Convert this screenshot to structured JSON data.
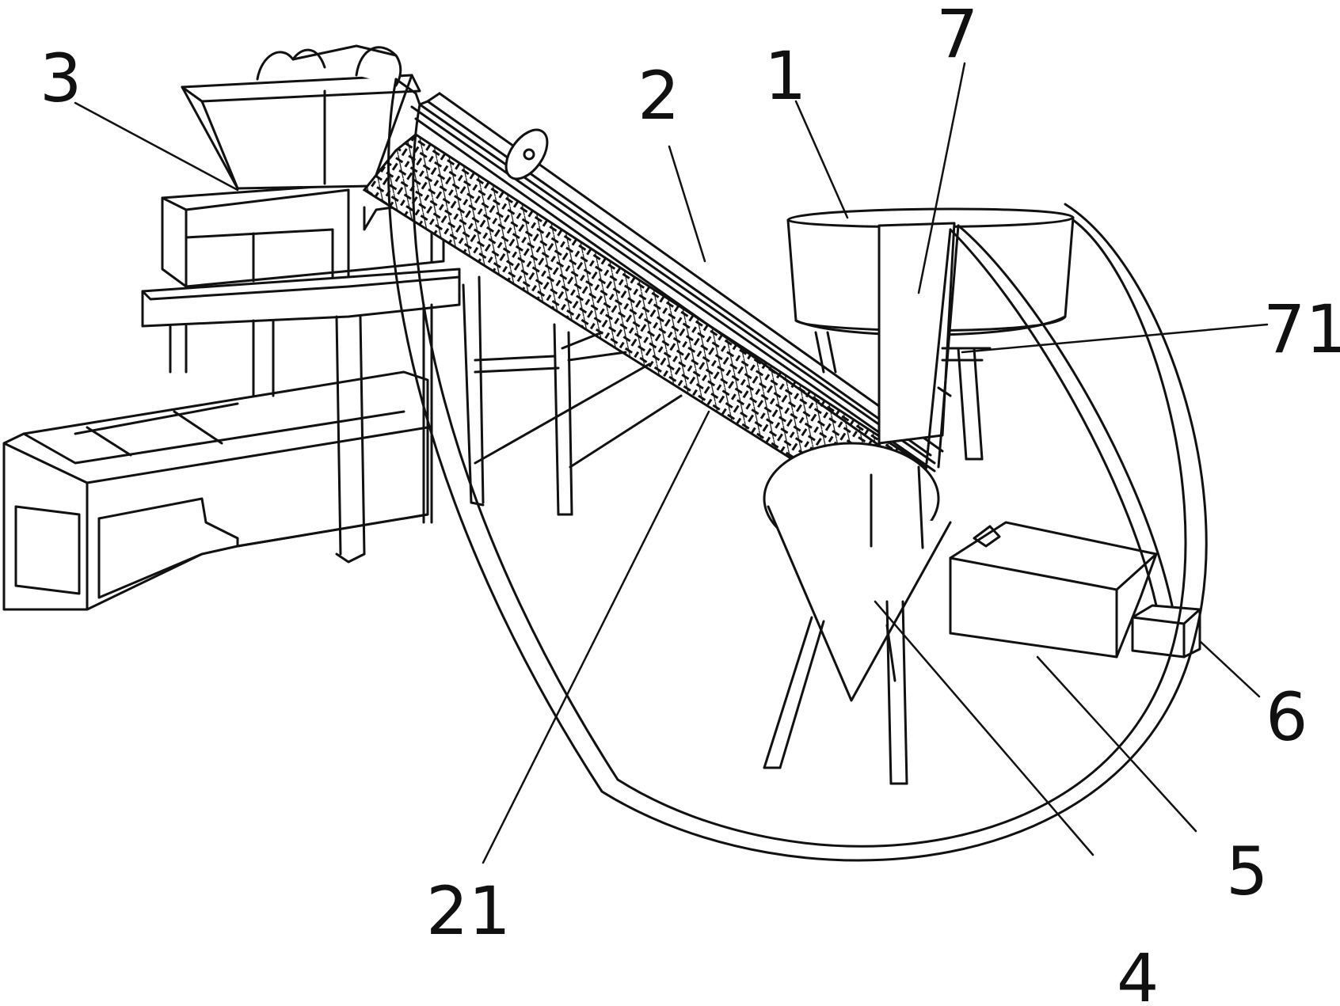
{
  "labels": {
    "l1": "1",
    "l2": "2",
    "l3": "3",
    "l4": "4",
    "l5": "5",
    "l6": "6",
    "l7": "7",
    "l21": "21",
    "l71": "71"
  },
  "colors": {
    "ink": "#111111",
    "paper": "#ffffff"
  }
}
